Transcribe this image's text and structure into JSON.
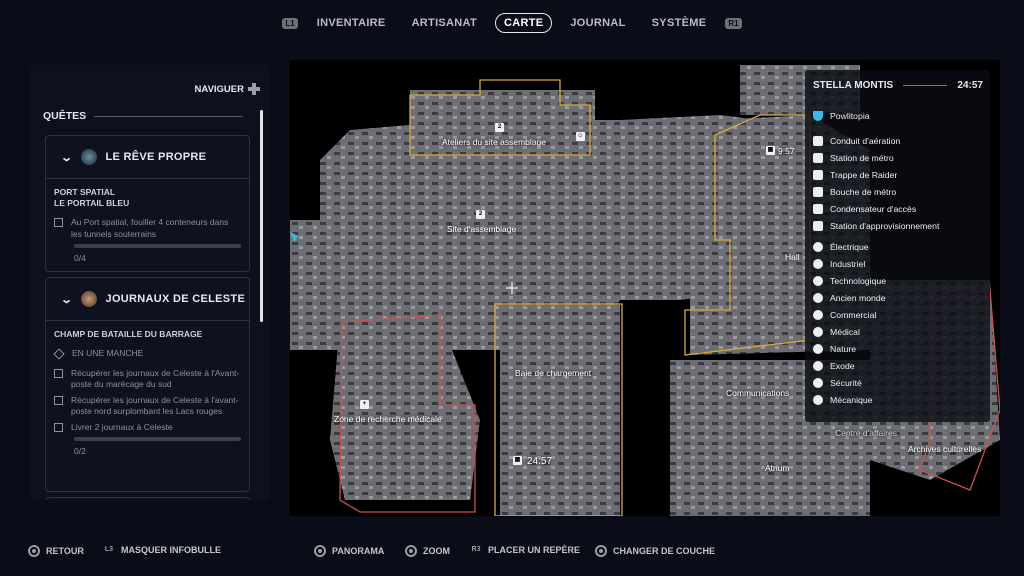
{
  "topnav": {
    "left_trigger": "L1",
    "right_trigger": "R1",
    "tabs": [
      {
        "label": "INVENTAIRE"
      },
      {
        "label": "ARTISANAT"
      },
      {
        "label": "CARTE",
        "active": true
      },
      {
        "label": "JOURNAL"
      },
      {
        "label": "SYSTÈME"
      }
    ]
  },
  "left_panel": {
    "navigate": "NAVIGUER",
    "section": "QUÊTES",
    "quests": [
      {
        "title": "LE RÊVE PROPRE",
        "location": "PORT SPATIAL",
        "subtitle": "LE PORTAIL BLEU",
        "objectives": [
          {
            "text": "Au Port spatial, fouiller 4 conteneurs dans les tunnels souterrains"
          }
        ],
        "count": "0/4",
        "progress": 0
      },
      {
        "title": "JOURNAUX DE CELESTE",
        "location": "CHAMP DE BATAILLE DU BARRAGE",
        "stage": "EN UNE MANCHE",
        "objectives": [
          {
            "text": "Récupérer les journaux de Celeste à l'Avant-poste du marécage du sud"
          },
          {
            "text": "Récupérer les journaux de Celeste à l'avant-poste nord surplombant les Lacs rouges"
          },
          {
            "text": "Livrer 2 journaux à Celeste"
          }
        ],
        "count": "0/2",
        "progress": 0
      }
    ]
  },
  "map": {
    "labels": {
      "ateliers": "Ateliers du site assemblage",
      "site": "Site d'assemblage",
      "baie": "Baie de chargement",
      "zone_med": "Zone de recherche médicale",
      "hall": "Hall",
      "centre": "Centre d'affaires",
      "comm": "Communications",
      "archives": "Archives culturelles",
      "atrium": "Atrium",
      "timer1": "24:57",
      "timer2": "9:57"
    },
    "colors": {
      "yellow_zone": "#d9a93a",
      "red_zone": "#c9524f"
    }
  },
  "legend": {
    "title": "STELLA MONTIS",
    "timer": "24:57",
    "items": [
      "Powlitopia",
      "Conduit d'aération",
      "Station de métro",
      "Trappe de Raider",
      "Bouche de métro",
      "Condensateur d'accès",
      "Station d'approvisionnement",
      "Électrique",
      "Industriel",
      "Technologique",
      "Ancien monde",
      "Commercial",
      "Médical",
      "Nature",
      "Exode",
      "Sécurité",
      "Mécanique"
    ]
  },
  "bottom": {
    "back": "RETOUR",
    "hide": "MASQUER INFOBULLE",
    "l3": "L3",
    "pan": "PANORAMA",
    "zoom": "ZOOM",
    "r3": "R3",
    "marker": "PLACER UN REPÈRE",
    "layer": "CHANGER DE COUCHE"
  }
}
